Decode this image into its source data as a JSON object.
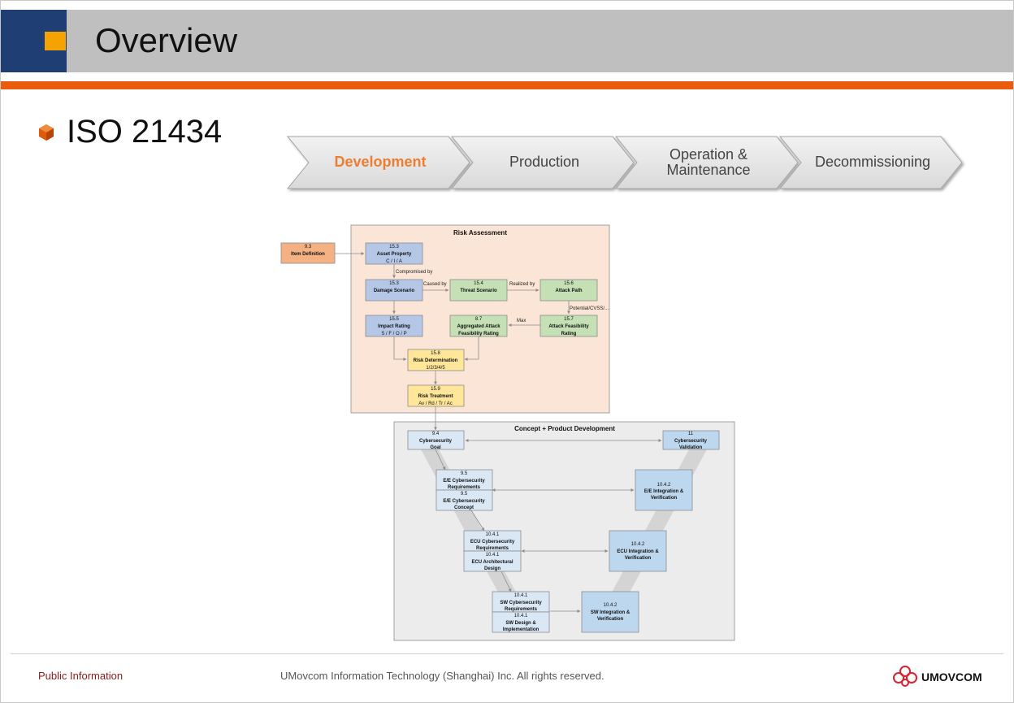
{
  "slide": {
    "title": "Overview",
    "heading": "ISO 21434"
  },
  "lifecycle": {
    "phases": [
      {
        "label": "Development",
        "active": true
      },
      {
        "label": "Production",
        "active": false
      },
      {
        "label": "Operation &",
        "label2": "Maintenance",
        "active": false
      },
      {
        "label": "Decommissioning",
        "active": false
      }
    ],
    "active_color": "#ed7d31"
  },
  "risk": {
    "title": "Risk Assessment",
    "item_def": {
      "num": "9.3",
      "name": "Item Definition"
    },
    "asset": {
      "num": "15.3",
      "name": "Asset Property",
      "sub": "C / I / A"
    },
    "damage": {
      "num": "15.3",
      "name": "Damage Scenario"
    },
    "threat": {
      "num": "15.4",
      "name": "Threat Scenario"
    },
    "attack_path": {
      "num": "15.6",
      "name": "Attack Path"
    },
    "impact": {
      "num": "15.5",
      "name": "Impact Rating",
      "sub": "S / F / O / P"
    },
    "aggregated": {
      "num": "8.7",
      "name": "Aggregated Attack",
      "name2": "Feasibility Rating"
    },
    "feasibility": {
      "num": "15.7",
      "name": "Attack Feasibility",
      "name2": "Rating"
    },
    "determination": {
      "num": "15.8",
      "name": "Risk Determination",
      "sub": "1/2/3/4/5"
    },
    "treatment": {
      "num": "15.9",
      "name": "Risk Treatment",
      "sub": "Av / Rd / Tr / Ac"
    },
    "labels": {
      "compromised": "Compromised by",
      "caused": "Caused by",
      "realized": "Realized by",
      "potential": "Potential/CVSS/...",
      "max": "Max"
    }
  },
  "concept": {
    "title": "Concept + Product Development",
    "goal": {
      "num": "9.4",
      "name": "Cybersecurity",
      "name2": "Goal"
    },
    "validation": {
      "num": "11",
      "name": "Cybersecurity",
      "name2": "Validation"
    },
    "ee_req": {
      "num": "9.5",
      "name": "E/E Cybersecurity",
      "name2": "Requirements"
    },
    "ee_concept": {
      "num": "9.5",
      "name": "E/E Cybersecurity",
      "name2": "Concept"
    },
    "ee_int": {
      "num": "10.4.2",
      "name": "E/E Integration &",
      "name2": "Verification"
    },
    "ecu_req": {
      "num": "10.4.1",
      "name": "ECU Cybersecurity",
      "name2": "Requirements"
    },
    "ecu_arch": {
      "num": "10.4.1",
      "name": "ECU Architectural",
      "name2": "Design"
    },
    "ecu_int": {
      "num": "10.4.2",
      "name": "ECU Integration &",
      "name2": "Verification"
    },
    "sw_req": {
      "num": "10.4.1",
      "name": "SW Cybersecurity",
      "name2": "Requirements"
    },
    "sw_design": {
      "num": "10.4.1",
      "name": "SW Design &",
      "name2": "Implementation"
    },
    "sw_int": {
      "num": "10.4.2",
      "name": "SW Integration &",
      "name2": "Verification"
    }
  },
  "footer": {
    "left": "Public Information",
    "middle": "UMovcom Information Technology (Shanghai) Inc. All rights reserved.",
    "brand": "UMOVCOM"
  },
  "colors": {
    "header_blue": "#1f3f74",
    "accent_orange": "#ea5b0c",
    "square_yellow": "#f5a300"
  }
}
